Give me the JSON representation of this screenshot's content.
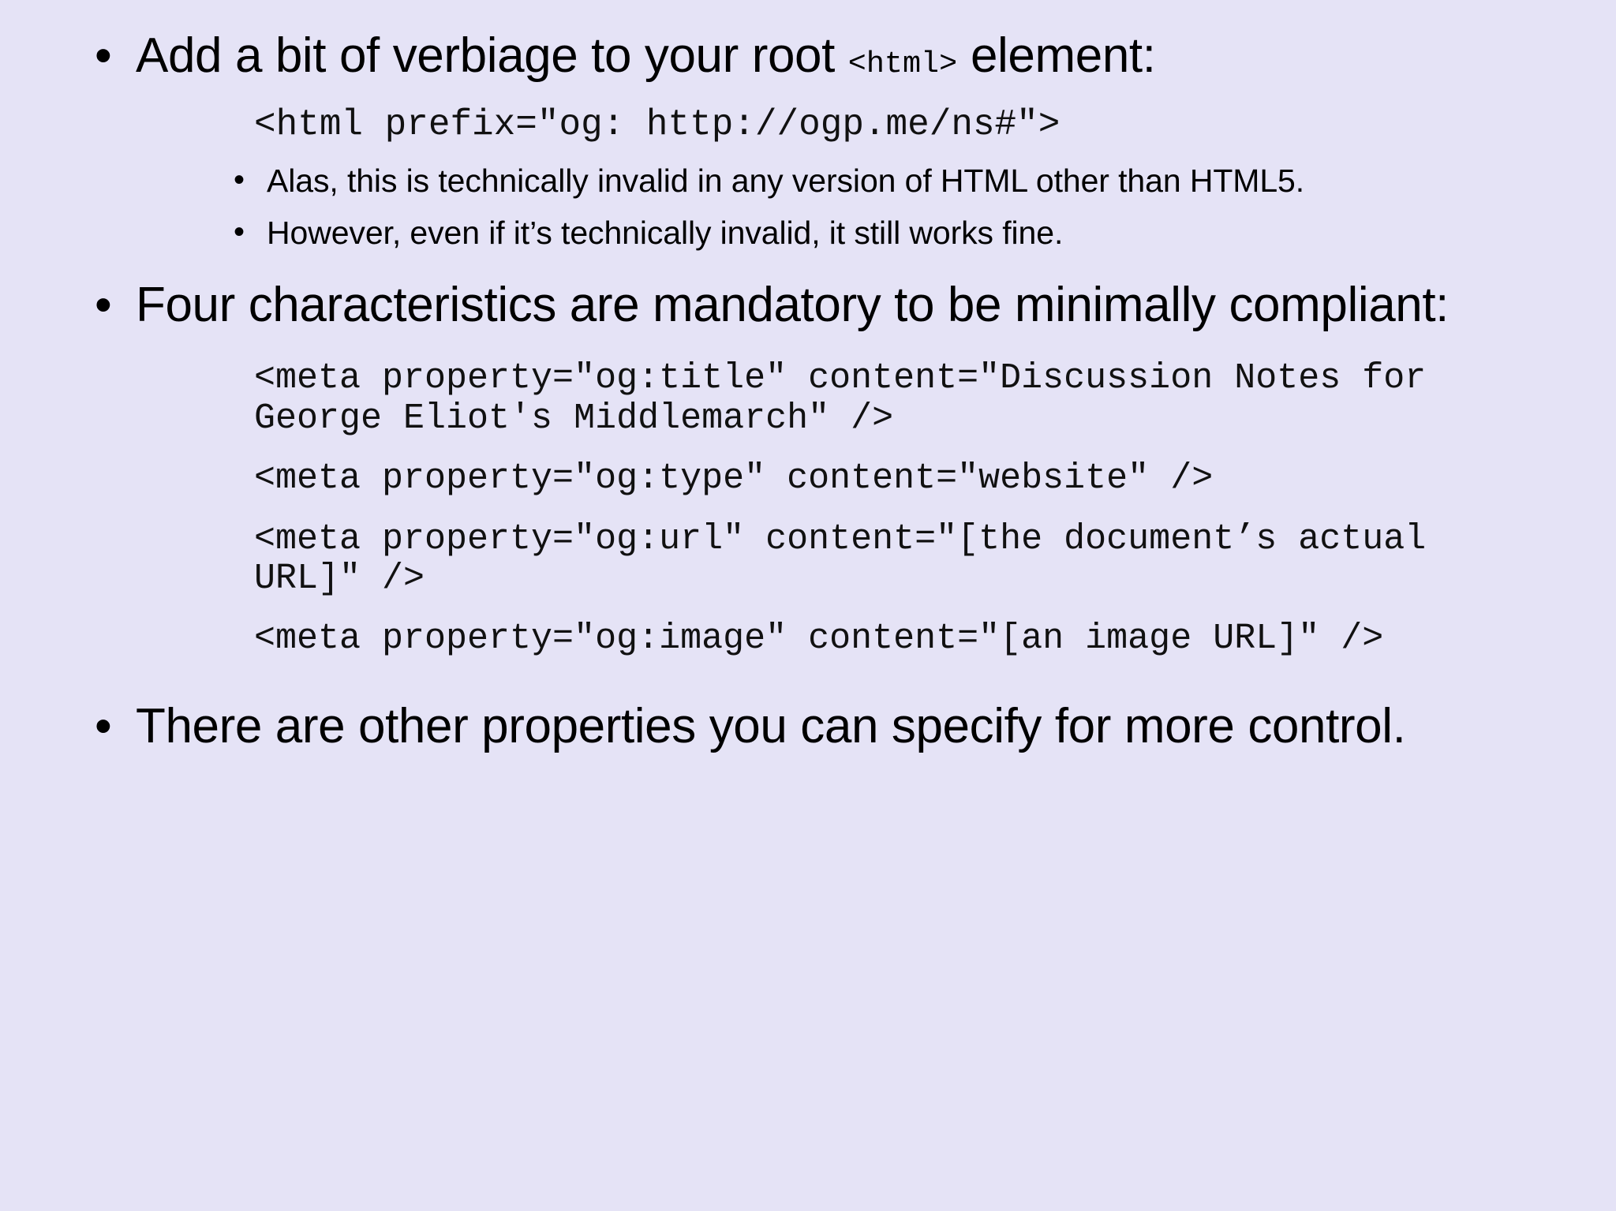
{
  "slide": {
    "background_color": "#e5e3f6",
    "text_color": "#000000",
    "bullet_glyph": "•",
    "blocks": {
      "b1_pre": "Add a bit of verbiage to your root ",
      "b1_mono": "<html>",
      "b1_post": " element:",
      "code1": "<html prefix=\"og: http://ogp.me/ns#\">",
      "b1_sub1": "Alas, this is technically invalid in any version of HTML other than HTML5.",
      "b1_sub2": "However, even if it’s technically invalid, it still works fine.",
      "b2": "Four characteristics are mandatory to be minimally compliant:",
      "code2": "<meta property=\"og:title\" content=\"Discussion Notes for George Eliot's Middlemarch\" />",
      "code3": "<meta property=\"og:type\" content=\"website\" />",
      "code4": "<meta property=\"og:url\" content=\"[the document’s actual URL]\" />",
      "code5": "<meta property=\"og:image\" content=\"[an image URL]\" />",
      "b3": "There are other properties you can specify for more control."
    }
  }
}
